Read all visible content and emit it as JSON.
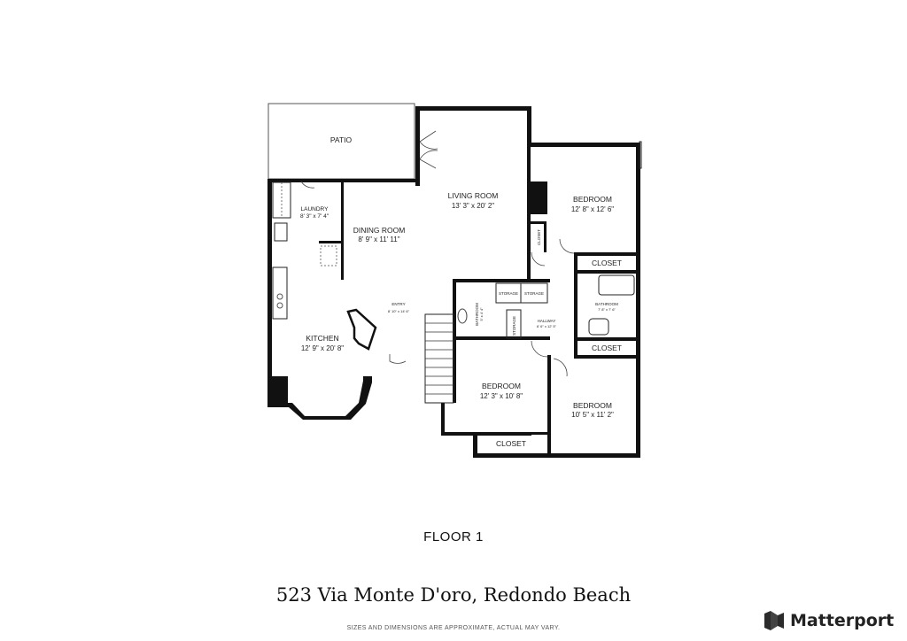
{
  "rooms": {
    "patio": {
      "name": "PATIO"
    },
    "living": {
      "name": "LIVING ROOM",
      "dims": "13' 3\" x 20' 2\""
    },
    "bedroom1": {
      "name": "BEDROOM",
      "dims": "12' 8\" x 12' 6\""
    },
    "laundry": {
      "name": "LAUNDRY",
      "dims": "8' 3\" x 7' 4\""
    },
    "dining": {
      "name": "DINING ROOM",
      "dims": "8' 9\" x 11' 11\""
    },
    "closet_small": {
      "name": "CLOSET"
    },
    "closet1": {
      "name": "CLOSET"
    },
    "closet2": {
      "name": "CLOSET"
    },
    "closet3": {
      "name": "CLOSET"
    },
    "storage1": {
      "name": "STORAGE"
    },
    "storage2": {
      "name": "STORAGE"
    },
    "storage3": {
      "name": "STORAGE"
    },
    "entry": {
      "name": "ENTRY",
      "dims": "8' 10\" x 14' 6\""
    },
    "bathroom_small": {
      "name": "BATHROOM",
      "dims": "5' x 4' 4\""
    },
    "hallway": {
      "name": "HALLWAY",
      "dims": "6' 6\" x 12' 5\""
    },
    "bathroom": {
      "name": "BATHROOM",
      "dims": "7' 8\" x 7' 6\""
    },
    "kitchen": {
      "name": "KITCHEN",
      "dims": "12' 9\" x 20' 8\""
    },
    "bedroom2": {
      "name": "BEDROOM",
      "dims": "12' 3\" x 10' 8\""
    },
    "bedroom3": {
      "name": "BEDROOM",
      "dims": "10' 5\" x 11' 2\""
    }
  },
  "floor_label": "FLOOR 1",
  "address": "523 Via Monte D'oro, Redondo Beach",
  "disclaimer": "SIZES AND DIMENSIONS ARE APPROXIMATE, ACTUAL MAY VARY.",
  "brand": {
    "name": "Matterport",
    "icon": "matterport-logo-icon"
  },
  "colors": {
    "wall": "#111111",
    "background": "#ffffff",
    "text": "#222222"
  }
}
